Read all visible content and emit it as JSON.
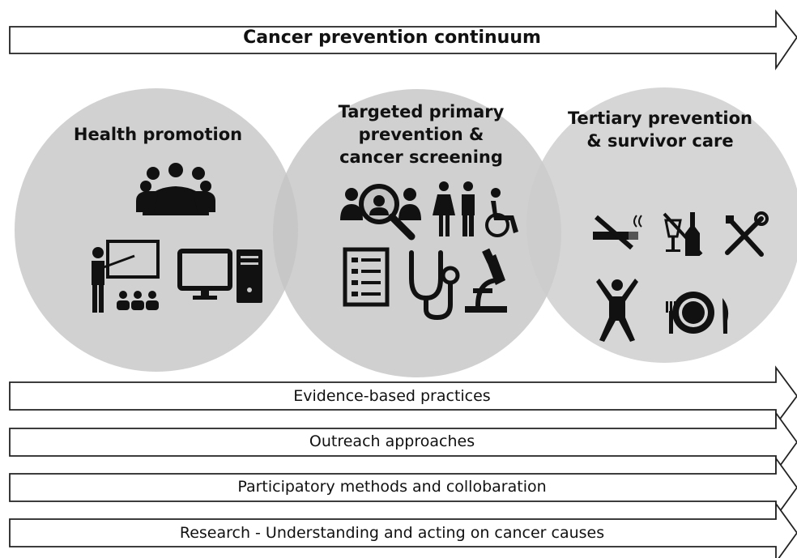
{
  "header_arrow": {
    "label": "Cancer prevention continuum"
  },
  "circles": [
    {
      "title": "Health promotion",
      "icons": [
        "group-meeting-icon",
        "teacher-presentation-icon",
        "desktop-computer-icon"
      ]
    },
    {
      "title": "Targeted primary\nprevention &\ncancer screening",
      "icons": [
        "magnifier-people-icon",
        "people-wheelchair-icon",
        "checklist-icon",
        "stethoscope-icon",
        "microscope-icon"
      ]
    },
    {
      "title": "Tertiary prevention\n& survivor care",
      "icons": [
        "no-smoking-icon",
        "no-alcohol-icon",
        "tools-icon",
        "exercise-icon",
        "plate-cutlery-icon"
      ]
    }
  ],
  "bands": [
    {
      "label": "Evidence-based  practices"
    },
    {
      "label": "Outreach approaches"
    },
    {
      "label": "Participatory methods and collobaration"
    },
    {
      "label": "Research - Understanding and acting on cancer causes"
    }
  ],
  "colors": {
    "circle_fill": "#c9c9c9",
    "overlap_fill": "#b4b4b4",
    "icon": "#111111",
    "outline": "#222222"
  }
}
